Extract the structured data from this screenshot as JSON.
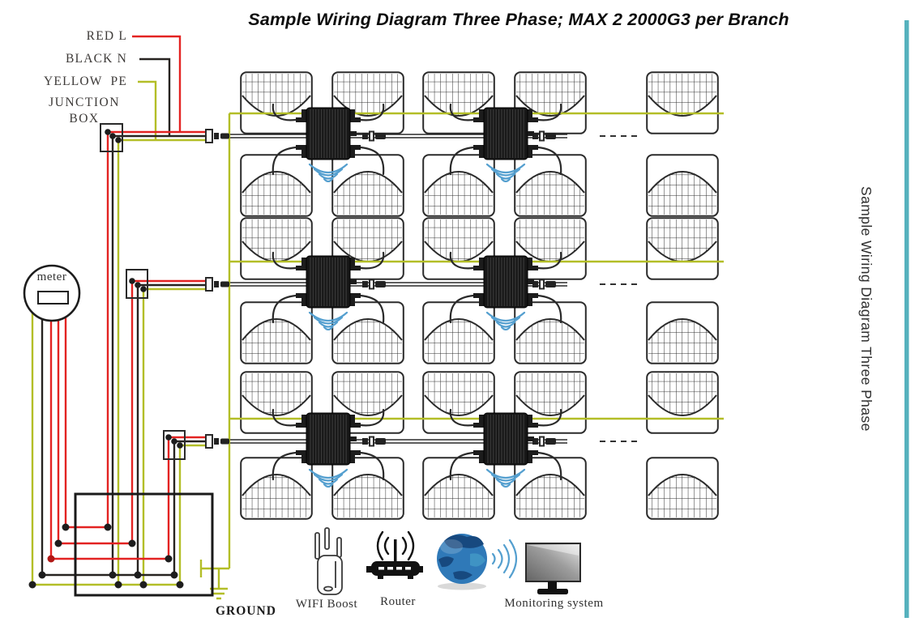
{
  "title": "Sample Wiring Diagram Three Phase; MAX 2 2000G3 per Branch",
  "side_title": "Sample Wiring Diagram Three Phase",
  "wire_labels": {
    "red": "RED L",
    "black": "BLACK N",
    "yellow": "YELLOW  PE",
    "junction_box": "JUNCTION BOX"
  },
  "meter": {
    "label": "meter"
  },
  "ground": {
    "label": "GROUND"
  },
  "footer": {
    "items": [
      {
        "icon": "wifi-boost-icon",
        "label": "WIFI Boost"
      },
      {
        "icon": "router-icon",
        "label": "Router"
      },
      {
        "icon": "monitoring-system-icon",
        "label": "Monitoring system"
      }
    ]
  },
  "colors": {
    "line_red": "#e32322",
    "line_black": "#272320",
    "line_pe": "#b3be27",
    "accent_teal": "#55b1bd",
    "wifi_blue": "#549fcf"
  }
}
